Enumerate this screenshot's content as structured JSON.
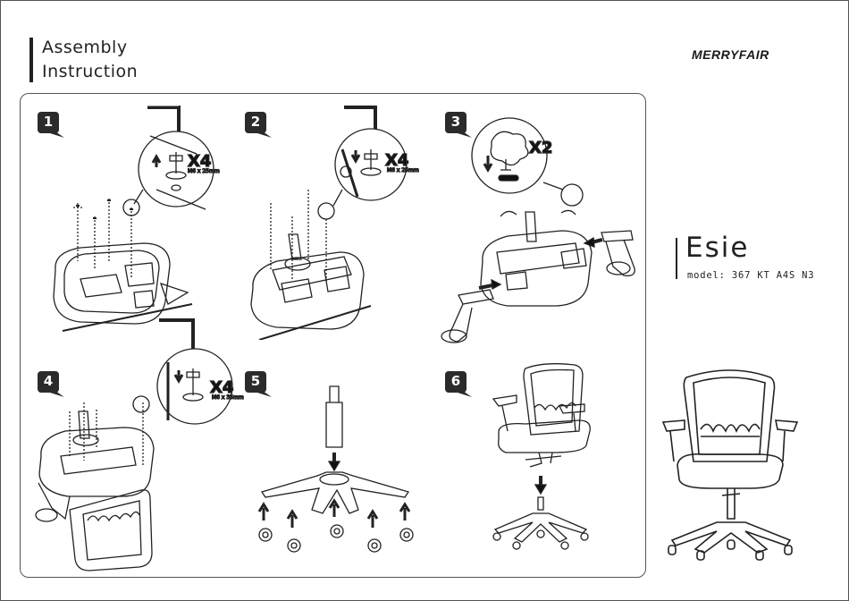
{
  "header": {
    "title_line1": "Assembly",
    "title_line2": "Instruction",
    "brand": "MERRYFAIR"
  },
  "product": {
    "name": "Esie",
    "model": "model: 367 KT A4S N3"
  },
  "steps": [
    {
      "number": "1",
      "quantity": "X4",
      "spec": "M6 x 25mm"
    },
    {
      "number": "2",
      "quantity": "X4",
      "spec": "M6 x 25mm"
    },
    {
      "number": "3",
      "quantity": "X2",
      "spec": ""
    },
    {
      "number": "4",
      "quantity": "X4",
      "spec": "M6 x 35mm"
    },
    {
      "number": "5",
      "quantity": "",
      "spec": ""
    },
    {
      "number": "6",
      "quantity": "",
      "spec": ""
    }
  ],
  "colors": {
    "line": "#222222",
    "badge": "#2b2b2b",
    "background": "#ffffff"
  },
  "icons": [
    "hex-key-icon",
    "screw-icon",
    "washer-icon",
    "knob-icon",
    "arrow-icon",
    "caster-icon",
    "chair-icon"
  ]
}
